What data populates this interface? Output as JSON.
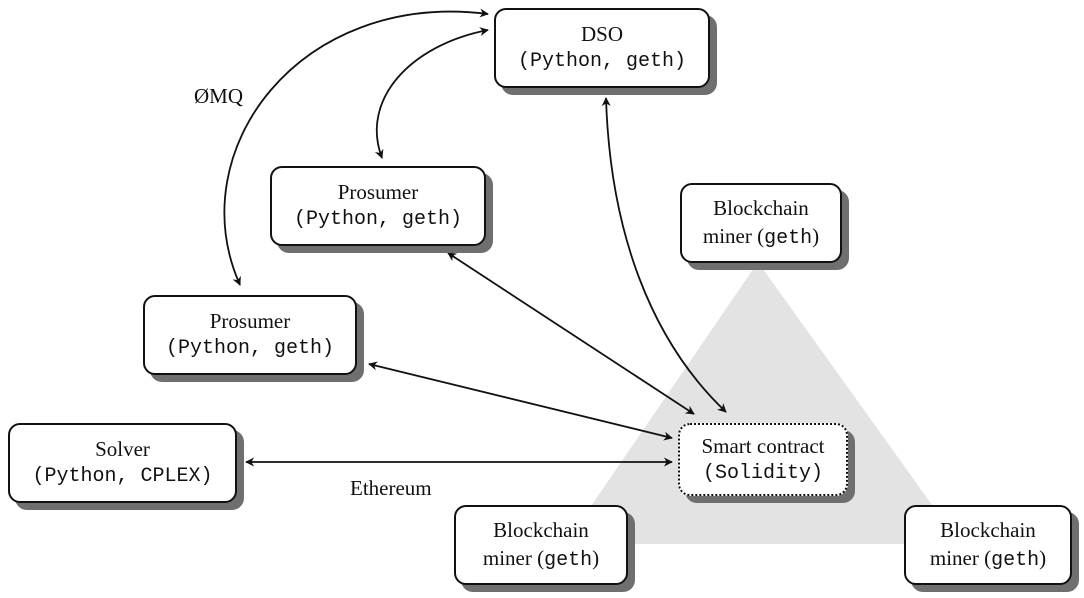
{
  "colors": {
    "stroke": "#111111",
    "shadow": "#6f6f6f",
    "triangle_fill": "#e3e3e3",
    "background": "#ffffff"
  },
  "nodes": {
    "dso": {
      "title": "DSO",
      "detail": "(Python, geth)"
    },
    "prosumer_top": {
      "title": "Prosumer",
      "detail": "(Python, geth)"
    },
    "prosumer_left": {
      "title": "Prosumer",
      "detail": "(Python, geth)"
    },
    "solver": {
      "title": "Solver",
      "detail": "(Python, CPLEX)"
    },
    "smart_contract": {
      "title": "Smart contract",
      "detail": "(Solidity)"
    },
    "miner_top": {
      "title": "Blockchain",
      "prefix": "miner (",
      "code": "geth",
      "suffix": ")"
    },
    "miner_bottom_left": {
      "title": "Blockchain",
      "prefix": "miner (",
      "code": "geth",
      "suffix": ")"
    },
    "miner_bottom_right": {
      "title": "Blockchain",
      "prefix": "miner (",
      "code": "geth",
      "suffix": ")"
    }
  },
  "labels": {
    "zeromq": "ØMQ",
    "ethereum": "Ethereum"
  }
}
